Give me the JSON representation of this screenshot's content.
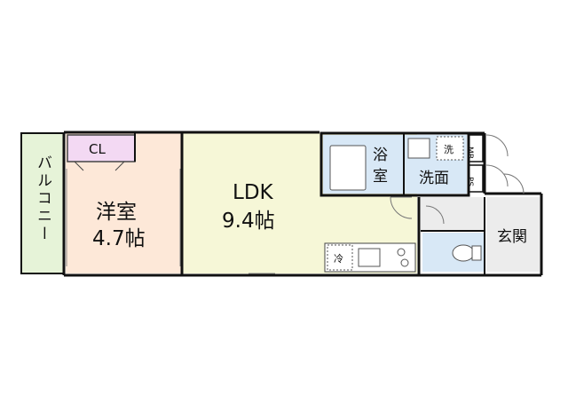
{
  "colors": {
    "wall": "#111111",
    "balcony": "#e6f3d8",
    "western_room": "#fde8d8",
    "closet": "#f3d9f3",
    "ldk": "#f6f7d7",
    "wet_area": "#d8e8f6",
    "entrance": "#ececec"
  },
  "rooms": {
    "balcony": "バルコニー",
    "closet": "CL",
    "western_room": {
      "name": "洋室",
      "size": "4.7帖"
    },
    "ldk": {
      "name": "LDK",
      "size": "9.4帖"
    },
    "bath": "浴室",
    "washroom": "洗面",
    "washer": "洗",
    "fridge": "冷",
    "entrance": "玄関",
    "mb": "MB",
    "ps": "PS"
  }
}
